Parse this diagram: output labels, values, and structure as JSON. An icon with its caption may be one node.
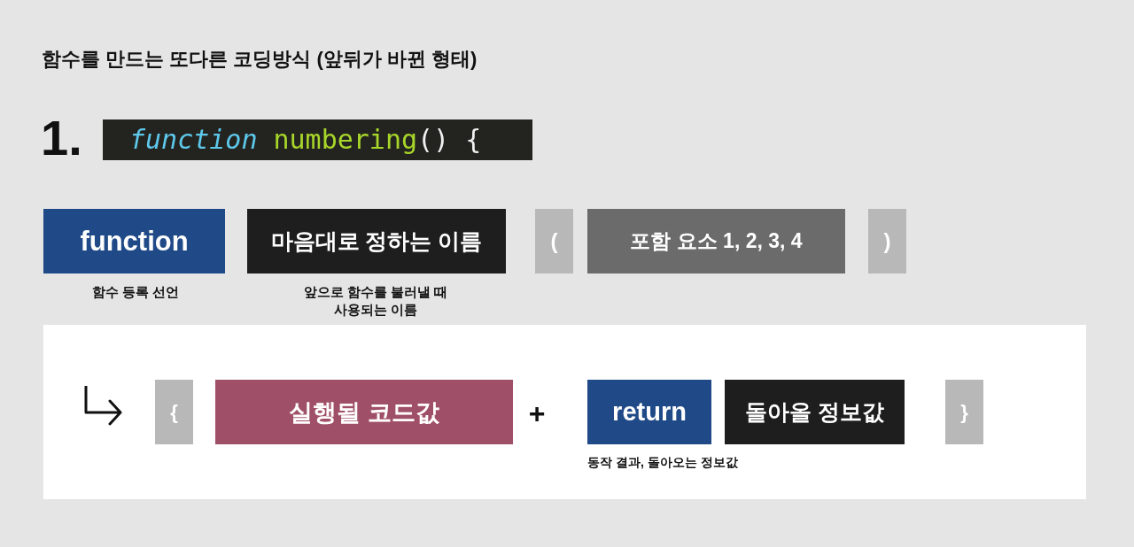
{
  "diagram": {
    "title": "함수를 만드는 또다른 코딩방식 (앞뒤가 바뀐 형태)",
    "nodes": [
      {
        "text": [
          "function",
          "numbering",
          "() {"
        ]
      },
      {
        "text": [
          "function"
        ],
        "beside": [
          "함수 등록 선언"
        ]
      },
      {
        "text": [
          "마음대로 정하는 이름"
        ],
        "beside": [
          "앞으로 함수를 불러낼 때 사용되는 이름"
        ]
      },
      {
        "text": [
          "("
        ]
      },
      {
        "text": [
          "포함 요소 1, 2, 3, 4"
        ]
      },
      {
        "text": [
          ")"
        ]
      },
      {
        "text": [],
        "shape": "box"
      },
      {
        "text": [
          "{"
        ],
        "in": 6
      },
      {
        "text": [
          "실행될 코드값"
        ],
        "in": 6
      },
      {
        "text": [
          "return"
        ],
        "in": 6,
        "beside": [
          "동작 결과, 돌아오는 정보값"
        ]
      },
      {
        "text": [
          "돌아올 정보값"
        ],
        "in": 6
      },
      {
        "text": [
          "}"
        ],
        "in": 6
      }
    ],
    "labels": [
      "1.",
      "+"
    ]
  }
}
